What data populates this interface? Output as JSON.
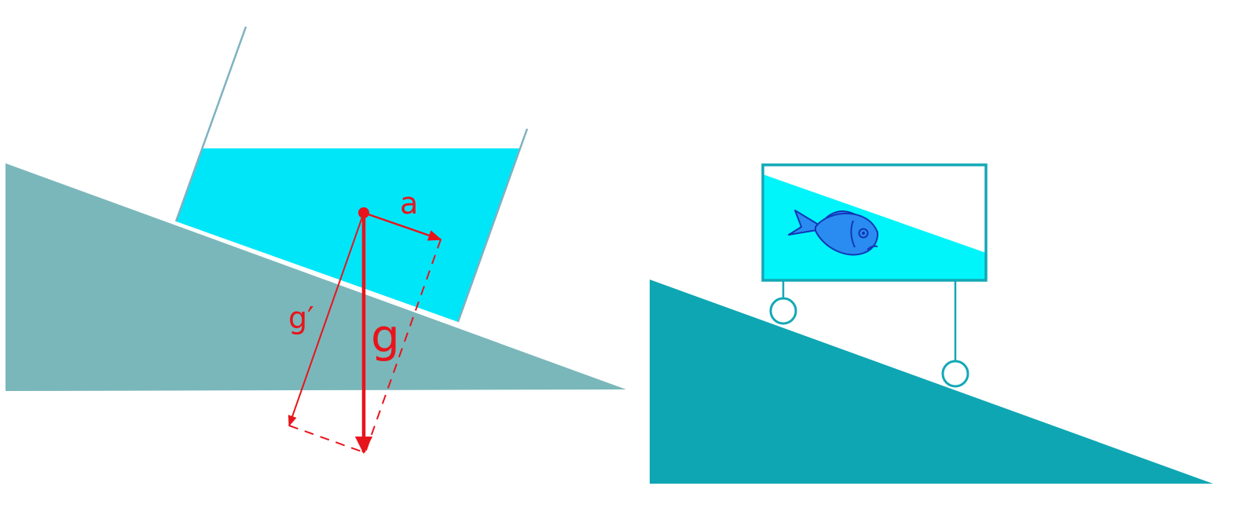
{
  "left_diagram": {
    "labels": {
      "a": "a",
      "g": "g",
      "g_prime": "g′"
    }
  },
  "colors": {
    "incline_left": "#7ab7ba",
    "water": "#00e6f9",
    "tank_wall": "#7fb1c0",
    "vector": "#e8141c",
    "incline_right": "#0ea6b3",
    "cart_frame": "#12a8b6",
    "tank_water_right": "#00f5fa",
    "fish_body": "#2a8cf0",
    "fish_outline": "#1236b8"
  },
  "icons": {
    "fish": "fish-icon"
  }
}
